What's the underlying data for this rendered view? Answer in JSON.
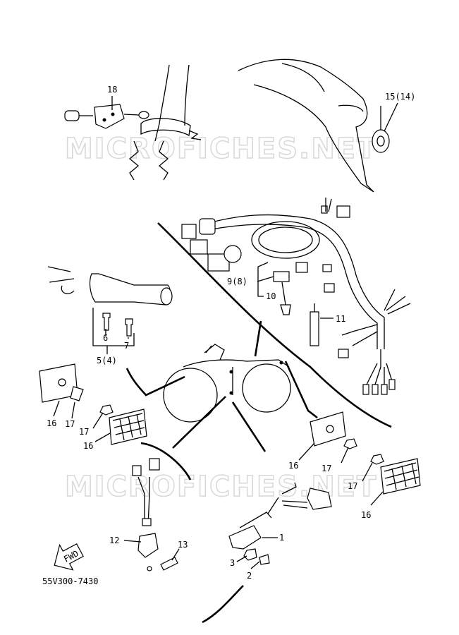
{
  "watermark": "MICROFICHES.NET",
  "diagram_code": "55V300-7430",
  "fwd_label": "FWD",
  "callouts": {
    "c1": "1",
    "c2": "2",
    "c3": "3",
    "c5": "5(4)",
    "c6": "6",
    "c7": "7",
    "c9": "9(8)",
    "c10": "10",
    "c11": "11",
    "c12": "12",
    "c13": "13",
    "c15": "15(14)",
    "c16a": "16",
    "c16b": "16",
    "c16c": "16",
    "c16d": "16",
    "c17a": "17",
    "c17b": "17",
    "c17c": "17",
    "c17d": "17",
    "c18": "18"
  }
}
